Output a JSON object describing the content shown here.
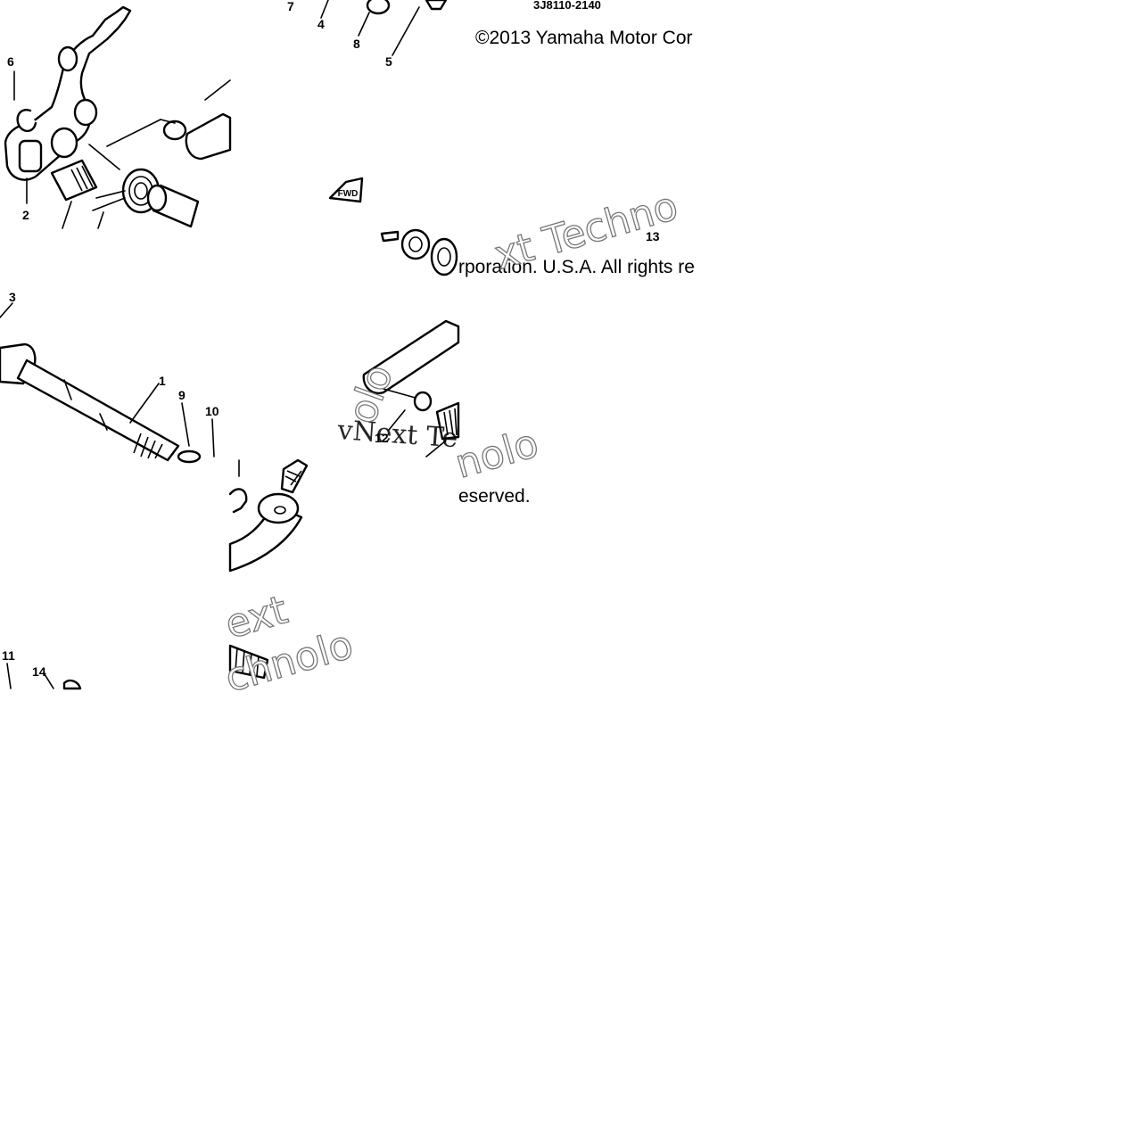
{
  "diagram": {
    "drawing_code": "3J8110-2140",
    "copyright_lines": [
      "©2013 Yamaha Motor Cor",
      "rporation. U.S.A. All rights re",
      "eserved."
    ],
    "watermark": {
      "serif_text": "vNext Te",
      "outline_texts": [
        "xt Techno",
        "ext",
        "chnolo",
        "nolo",
        "olo"
      ]
    },
    "fwd_badge": "FWD",
    "callouts": [
      {
        "id": "c1",
        "label": "1"
      },
      {
        "id": "c2",
        "label": "2"
      },
      {
        "id": "c3",
        "label": "3"
      },
      {
        "id": "c4",
        "label": "4"
      },
      {
        "id": "c5",
        "label": "5"
      },
      {
        "id": "c6",
        "label": "6"
      },
      {
        "id": "c7",
        "label": "7"
      },
      {
        "id": "c8",
        "label": "8"
      },
      {
        "id": "c9",
        "label": "9"
      },
      {
        "id": "c10",
        "label": "10"
      },
      {
        "id": "c11",
        "label": "11"
      },
      {
        "id": "c12",
        "label": "12"
      },
      {
        "id": "c13",
        "label": "13"
      },
      {
        "id": "c14",
        "label": "14"
      }
    ]
  }
}
